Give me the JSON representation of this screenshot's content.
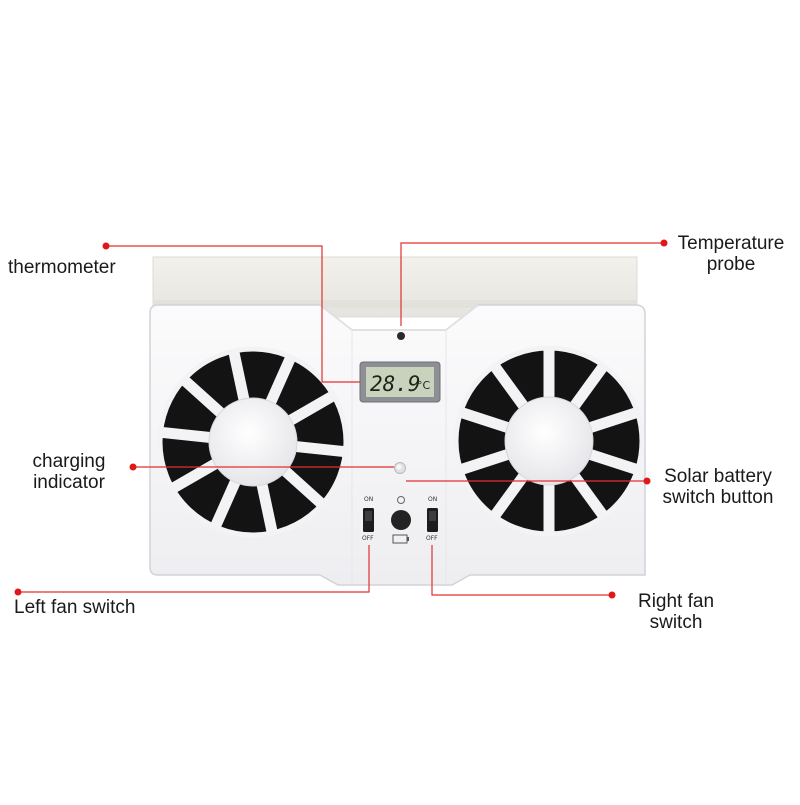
{
  "labels": {
    "thermometer": "thermometer",
    "temperature_probe_line1": "Temperature",
    "temperature_probe_line2": "probe",
    "charging_line1": "charging",
    "charging_line2": "indicator",
    "solar_line1": "Solar battery",
    "solar_line2": "switch button",
    "left_fan_switch": "Left fan switch",
    "right_fan_line1": "Right fan",
    "right_fan_line2": "switch"
  },
  "device": {
    "display_reading": "28.9",
    "display_unit": "°C",
    "switch_on": "ON",
    "switch_off": "OFF"
  },
  "colors": {
    "callout_line": "#e03030",
    "callout_dot": "#e01818",
    "housing": "#f3f3f5",
    "fan_blade": "#131313",
    "lcd_screen": "#c9d2bd"
  }
}
